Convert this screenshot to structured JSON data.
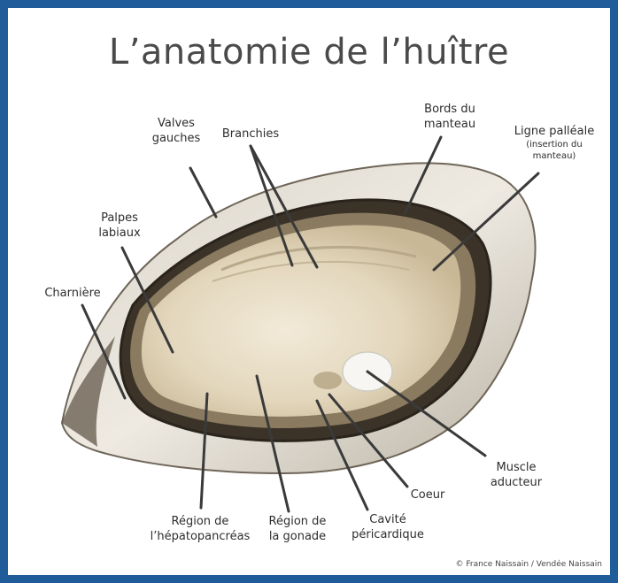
{
  "title": "L’anatomie de l’huître",
  "labels": {
    "valves_l1": "Valves",
    "valves_l2": "gauches",
    "branchies": "Branchies",
    "bords_l1": "Bords du",
    "bords_l2": "manteau",
    "ligne_l1": "Ligne palléale",
    "ligne_l2": "(insertion du",
    "ligne_l3": "manteau)",
    "palpes_l1": "Palpes",
    "palpes_l2": "labiaux",
    "charniere": "Charnière",
    "muscle_l1": "Muscle",
    "muscle_l2": "aducteur",
    "coeur": "Coeur",
    "cavite_l1": "Cavité",
    "cavite_l2": "péricardique",
    "gonade_l1": "Région de",
    "gonade_l2": "la gonade",
    "hepato_l1": "Région de",
    "hepato_l2": "l’hépatopancréas"
  },
  "credit": "© France Naissain / Vendée Naissain",
  "colors": {
    "frame": "#1f5c99",
    "title": "#4a4a4a",
    "leader_line": "#3a3a3a"
  }
}
